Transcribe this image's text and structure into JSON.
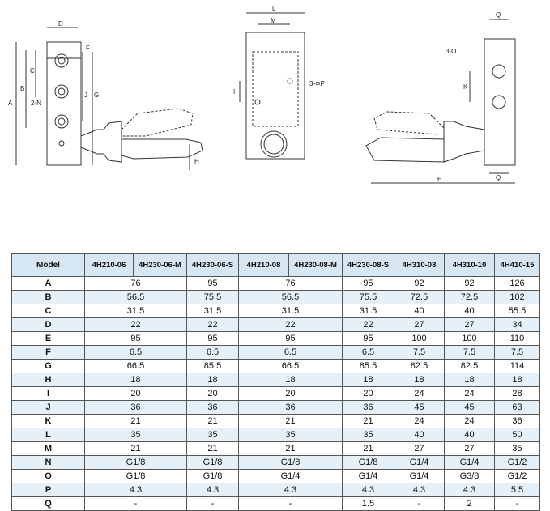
{
  "drawing_labels": {
    "front": [
      "D",
      "F",
      "A",
      "B",
      "C",
      "J",
      "G",
      "2-N"
    ],
    "side": [
      "L",
      "M",
      "3-ΦP",
      "I",
      "H"
    ],
    "right": [
      "Q",
      "3-O",
      "K",
      "E",
      "Q"
    ]
  },
  "table": {
    "header_label": "Model",
    "columns": [
      "4H210-06",
      "4H230-06-M",
      "4H230-06-S",
      "4H210-08",
      "4H230-08-M",
      "4H230-08-S",
      "4H310-08",
      "4H310-10",
      "4H410-15"
    ],
    "rows": [
      {
        "label": "A",
        "cells": [
          {
            "v": "76",
            "span": 2
          },
          {
            "v": "95",
            "span": 1
          },
          {
            "v": "76",
            "span": 2
          },
          {
            "v": "95",
            "span": 1
          },
          {
            "v": "92",
            "span": 1
          },
          {
            "v": "92",
            "span": 1
          },
          {
            "v": "126",
            "span": 1
          }
        ]
      },
      {
        "label": "B",
        "cells": [
          {
            "v": "56.5",
            "span": 2
          },
          {
            "v": "75.5",
            "span": 1
          },
          {
            "v": "56.5",
            "span": 2
          },
          {
            "v": "75.5",
            "span": 1
          },
          {
            "v": "72.5",
            "span": 1
          },
          {
            "v": "72.5",
            "span": 1
          },
          {
            "v": "102",
            "span": 1
          }
        ]
      },
      {
        "label": "C",
        "cells": [
          {
            "v": "31.5",
            "span": 2
          },
          {
            "v": "31.5",
            "span": 1
          },
          {
            "v": "31.5",
            "span": 2
          },
          {
            "v": "31.5",
            "span": 1
          },
          {
            "v": "40",
            "span": 1
          },
          {
            "v": "40",
            "span": 1
          },
          {
            "v": "55.5",
            "span": 1
          }
        ]
      },
      {
        "label": "D",
        "cells": [
          {
            "v": "22",
            "span": 2
          },
          {
            "v": "22",
            "span": 1
          },
          {
            "v": "22",
            "span": 2
          },
          {
            "v": "22",
            "span": 1
          },
          {
            "v": "27",
            "span": 1
          },
          {
            "v": "27",
            "span": 1
          },
          {
            "v": "34",
            "span": 1
          }
        ]
      },
      {
        "label": "E",
        "cells": [
          {
            "v": "95",
            "span": 2
          },
          {
            "v": "95",
            "span": 1
          },
          {
            "v": "95",
            "span": 2
          },
          {
            "v": "95",
            "span": 1
          },
          {
            "v": "100",
            "span": 1
          },
          {
            "v": "100",
            "span": 1
          },
          {
            "v": "110",
            "span": 1
          }
        ]
      },
      {
        "label": "F",
        "cells": [
          {
            "v": "6.5",
            "span": 2
          },
          {
            "v": "6.5",
            "span": 1
          },
          {
            "v": "6.5",
            "span": 2
          },
          {
            "v": "6.5",
            "span": 1
          },
          {
            "v": "7.5",
            "span": 1
          },
          {
            "v": "7.5",
            "span": 1
          },
          {
            "v": "7.5",
            "span": 1
          }
        ]
      },
      {
        "label": "G",
        "cells": [
          {
            "v": "66.5",
            "span": 2
          },
          {
            "v": "85.5",
            "span": 1
          },
          {
            "v": "66.5",
            "span": 2
          },
          {
            "v": "85.5",
            "span": 1
          },
          {
            "v": "82.5",
            "span": 1
          },
          {
            "v": "82.5",
            "span": 1
          },
          {
            "v": "114",
            "span": 1
          }
        ]
      },
      {
        "label": "H",
        "cells": [
          {
            "v": "18",
            "span": 2
          },
          {
            "v": "18",
            "span": 1
          },
          {
            "v": "18",
            "span": 2
          },
          {
            "v": "18",
            "span": 1
          },
          {
            "v": "18",
            "span": 1
          },
          {
            "v": "18",
            "span": 1
          },
          {
            "v": "18",
            "span": 1
          }
        ]
      },
      {
        "label": "I",
        "cells": [
          {
            "v": "20",
            "span": 2
          },
          {
            "v": "20",
            "span": 1
          },
          {
            "v": "20",
            "span": 2
          },
          {
            "v": "20",
            "span": 1
          },
          {
            "v": "24",
            "span": 1
          },
          {
            "v": "24",
            "span": 1
          },
          {
            "v": "28",
            "span": 1
          }
        ]
      },
      {
        "label": "J",
        "cells": [
          {
            "v": "36",
            "span": 2
          },
          {
            "v": "36",
            "span": 1
          },
          {
            "v": "36",
            "span": 2
          },
          {
            "v": "36",
            "span": 1
          },
          {
            "v": "45",
            "span": 1
          },
          {
            "v": "45",
            "span": 1
          },
          {
            "v": "63",
            "span": 1
          }
        ]
      },
      {
        "label": "K",
        "cells": [
          {
            "v": "21",
            "span": 2
          },
          {
            "v": "21",
            "span": 1
          },
          {
            "v": "21",
            "span": 2
          },
          {
            "v": "21",
            "span": 1
          },
          {
            "v": "24",
            "span": 1
          },
          {
            "v": "24",
            "span": 1
          },
          {
            "v": "36",
            "span": 1
          }
        ]
      },
      {
        "label": "L",
        "cells": [
          {
            "v": "35",
            "span": 2
          },
          {
            "v": "35",
            "span": 1
          },
          {
            "v": "35",
            "span": 2
          },
          {
            "v": "35",
            "span": 1
          },
          {
            "v": "40",
            "span": 1
          },
          {
            "v": "40",
            "span": 1
          },
          {
            "v": "50",
            "span": 1
          }
        ]
      },
      {
        "label": "M",
        "cells": [
          {
            "v": "21",
            "span": 2
          },
          {
            "v": "21",
            "span": 1
          },
          {
            "v": "21",
            "span": 2
          },
          {
            "v": "21",
            "span": 1
          },
          {
            "v": "27",
            "span": 1
          },
          {
            "v": "27",
            "span": 1
          },
          {
            "v": "35",
            "span": 1
          }
        ]
      },
      {
        "label": "N",
        "cells": [
          {
            "v": "G1/8",
            "span": 2
          },
          {
            "v": "G1/8",
            "span": 1
          },
          {
            "v": "G1/8",
            "span": 2
          },
          {
            "v": "G1/8",
            "span": 1
          },
          {
            "v": "G1/4",
            "span": 1
          },
          {
            "v": "G1/4",
            "span": 1
          },
          {
            "v": "G1/2",
            "span": 1
          }
        ]
      },
      {
        "label": "O",
        "cells": [
          {
            "v": "G1/8",
            "span": 2
          },
          {
            "v": "G1/8",
            "span": 1
          },
          {
            "v": "G1/4",
            "span": 2
          },
          {
            "v": "G1/4",
            "span": 1
          },
          {
            "v": "G1/4",
            "span": 1
          },
          {
            "v": "G3/8",
            "span": 1
          },
          {
            "v": "G1/2",
            "span": 1
          }
        ]
      },
      {
        "label": "P",
        "cells": [
          {
            "v": "4.3",
            "span": 2
          },
          {
            "v": "4.3",
            "span": 1
          },
          {
            "v": "4.3",
            "span": 2
          },
          {
            "v": "4.3",
            "span": 1
          },
          {
            "v": "4.3",
            "span": 1
          },
          {
            "v": "4.3",
            "span": 1
          },
          {
            "v": "5.5",
            "span": 1
          }
        ]
      },
      {
        "label": "Q",
        "cells": [
          {
            "v": "-",
            "span": 2
          },
          {
            "v": "-",
            "span": 1
          },
          {
            "v": "-",
            "span": 2
          },
          {
            "v": "1.5",
            "span": 1
          },
          {
            "v": "-",
            "span": 1
          },
          {
            "v": "2",
            "span": 1
          },
          {
            "v": "-",
            "span": 1
          }
        ]
      }
    ]
  }
}
